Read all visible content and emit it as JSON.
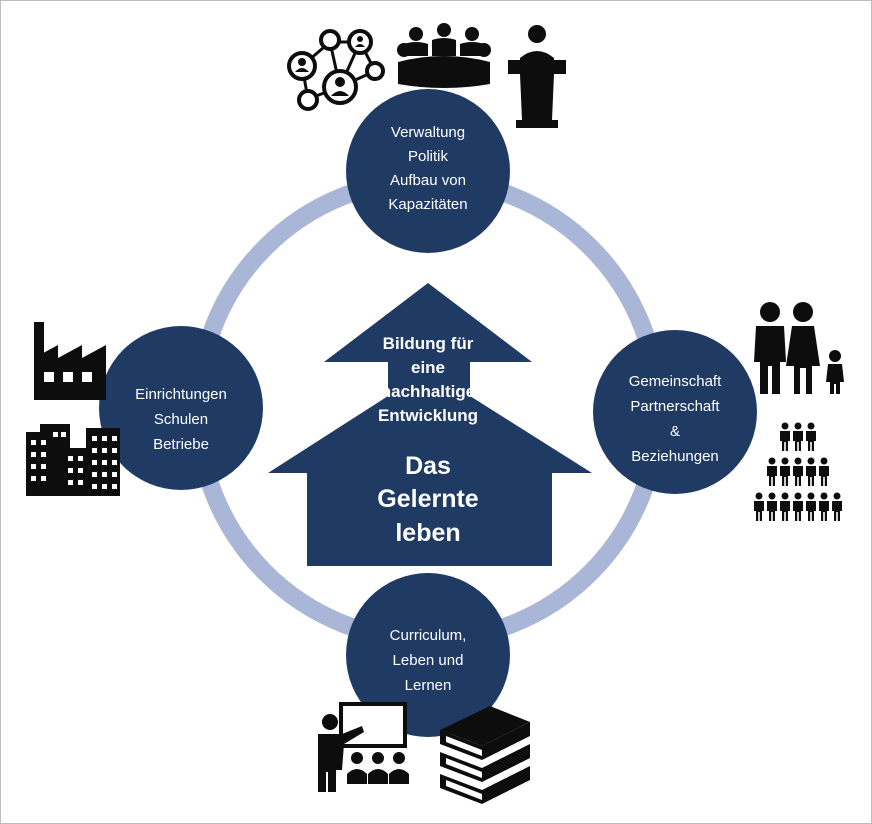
{
  "colors": {
    "node_fill": "#1f3a63",
    "ring": "#a9b6d8",
    "icon": "#0d0d0d",
    "text": "#ffffff"
  },
  "center": {
    "subtitle_lines": [
      "Bildung für",
      "eine",
      "nachhaltige",
      "Entwicklung"
    ],
    "title_lines": [
      "Das",
      "Gelernte",
      "leben"
    ]
  },
  "nodes": {
    "top": {
      "lines": [
        "Verwaltung",
        "Politik",
        "Aufbau von",
        "Kapazitäten"
      ]
    },
    "left": {
      "lines": [
        "Einrichtungen",
        "Schulen",
        "Betriebe"
      ]
    },
    "right": {
      "lines": [
        "Gemeinschaft",
        "Partnerschaft",
        "&",
        "Beziehungen"
      ]
    },
    "bottom": {
      "lines": [
        "Curriculum,",
        "Leben und",
        "Lernen"
      ]
    }
  },
  "icons": {
    "top": [
      "network-icon",
      "meeting-table-icon",
      "speaker-podium-icon"
    ],
    "left": [
      "factory-icon",
      "city-buildings-icon"
    ],
    "right": [
      "family-icon",
      "crowd-pyramid-icon"
    ],
    "bottom": [
      "teacher-board-icon",
      "book-stack-icon"
    ]
  }
}
